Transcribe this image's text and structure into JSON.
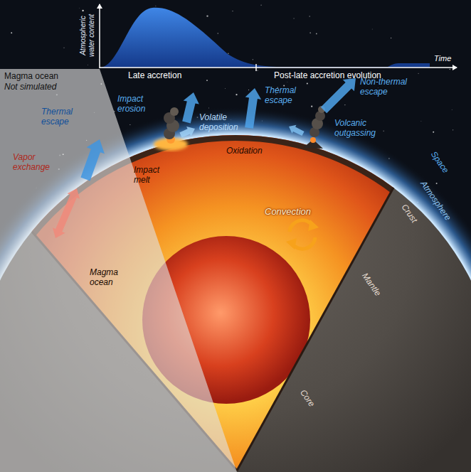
{
  "diagram": {
    "labels": [
      "Atmospheric water content",
      "Time",
      "Magma ocean",
      "Not simulated",
      "Late accretion",
      "Post-late accretion evolution",
      "Thermal escape",
      "Vapor exchange",
      "Magma ocean",
      "Impact erosion",
      "Impact melt",
      "Volatile deposition",
      "Thermal escape",
      "Oxidation",
      "Non-thermal escape",
      "Volcanic outgassing",
      "Convection",
      "Space",
      "Atmosphere",
      "Crust",
      "Mantle",
      "Core"
    ]
  }
}
